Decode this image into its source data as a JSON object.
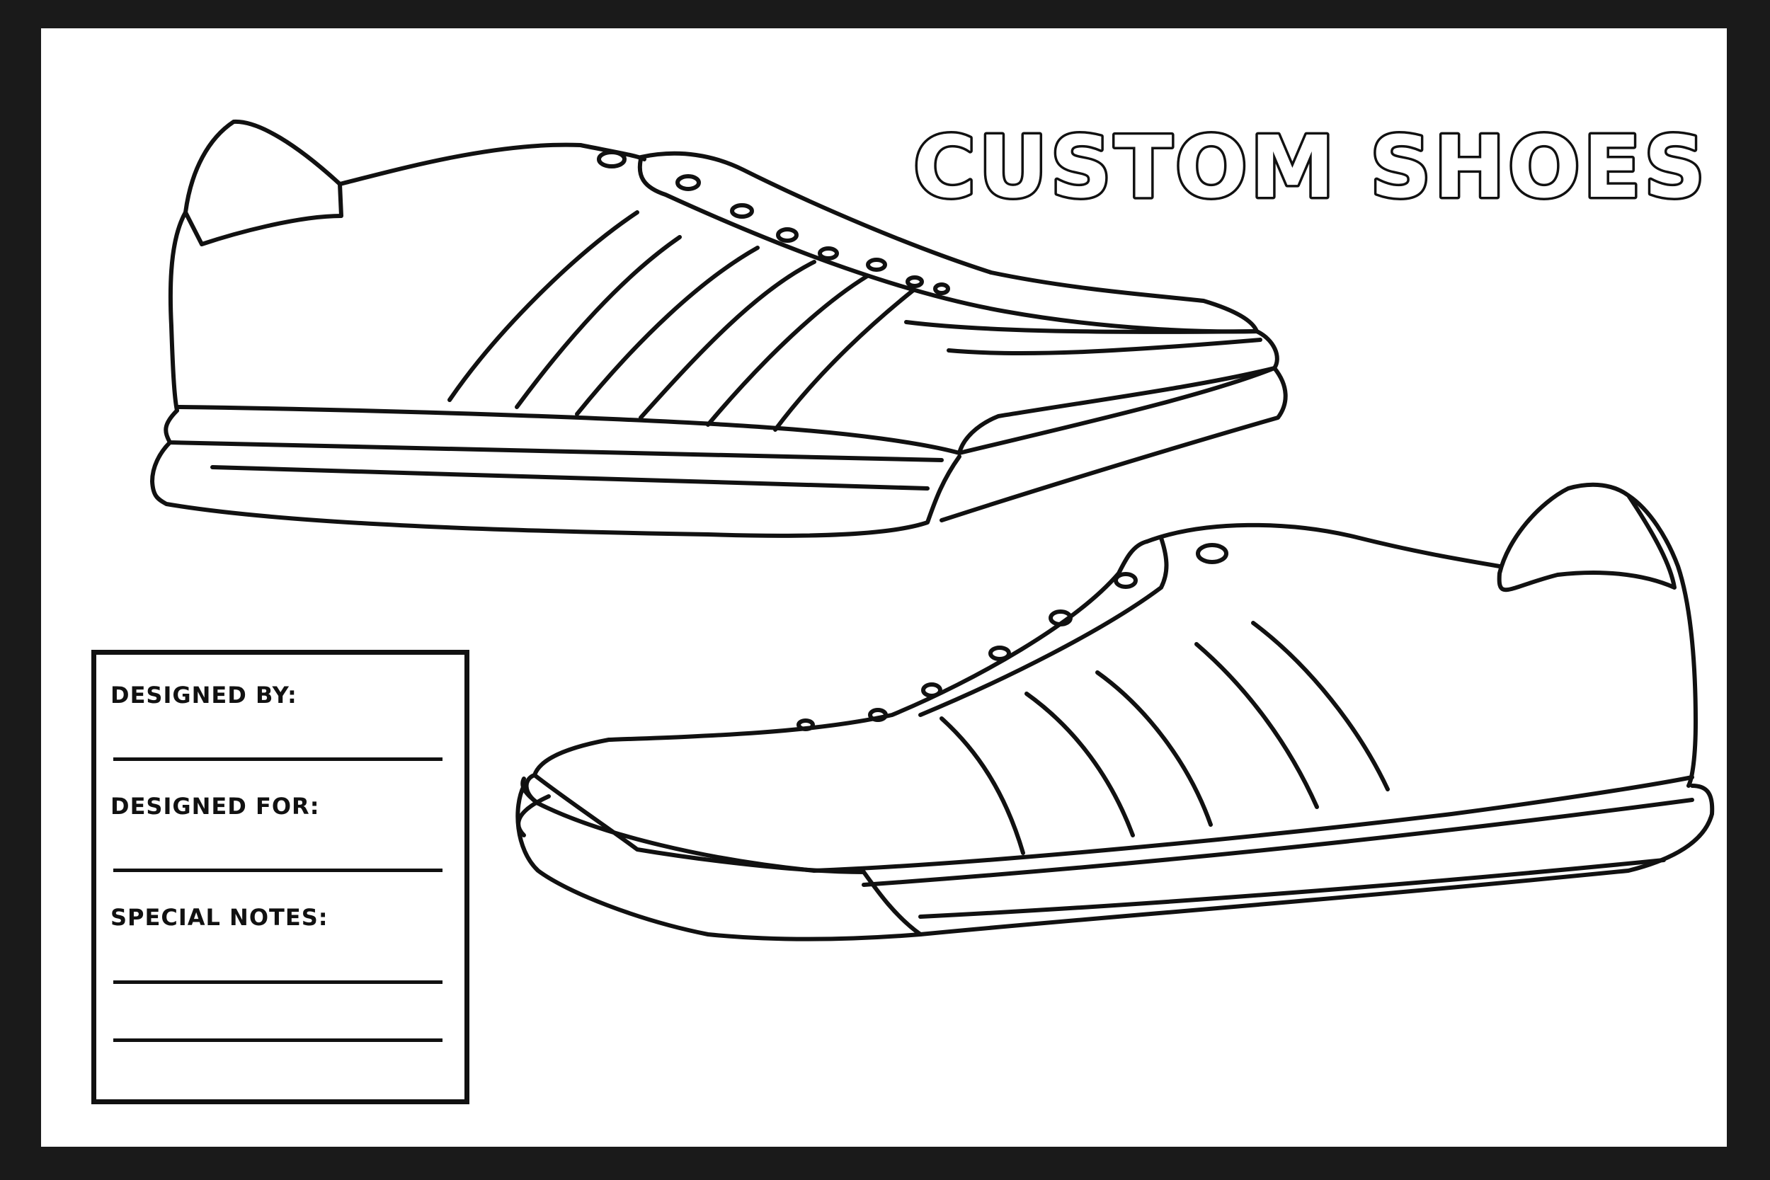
{
  "title": "CUSTOM SHOES",
  "form": {
    "designed_by_label": "DESIGNED BY:",
    "designed_for_label": "DESIGNED FOR:",
    "special_notes_label": "SPECIAL NOTES:"
  },
  "colors": {
    "frame": "#1a1a1a",
    "sheet": "#ffffff",
    "ink": "#111111"
  }
}
